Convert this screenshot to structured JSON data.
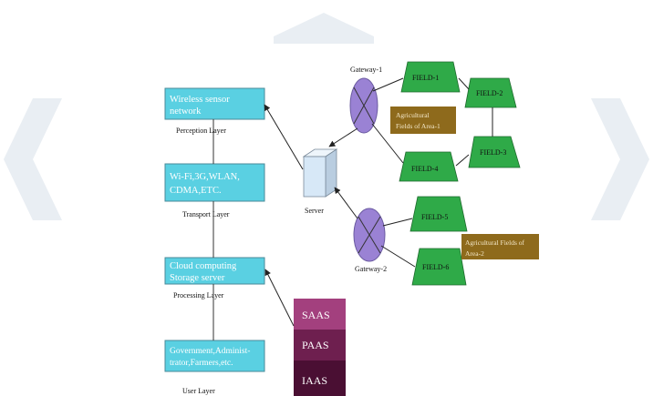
{
  "layers": [
    {
      "id": "perception",
      "box_lines": [
        "Wireless sensor",
        "network"
      ],
      "label": "Perception Layer"
    },
    {
      "id": "transport",
      "box_lines": [
        "Wi-Fi,3G,WLAN,",
        "CDMA,ETC."
      ],
      "label": "Transport Layer"
    },
    {
      "id": "processing",
      "box_lines": [
        "Cloud computing",
        "Storage server"
      ],
      "label": "Processing Layer"
    },
    {
      "id": "user",
      "box_lines": [
        "Government,Administ-",
        "trator,Farmers,etc."
      ],
      "label": "User Layer"
    }
  ],
  "server": {
    "label": "Server"
  },
  "gateways": [
    {
      "id": "gw1",
      "label": "Gateway-1"
    },
    {
      "id": "gw2",
      "label": "Gateway-2"
    }
  ],
  "fields": [
    {
      "id": "f1",
      "label": "FIELD-1"
    },
    {
      "id": "f2",
      "label": "FIELD-2"
    },
    {
      "id": "f3",
      "label": "FIELD-3"
    },
    {
      "id": "f4",
      "label": "FIELD-4"
    },
    {
      "id": "f5",
      "label": "FIELD-5"
    },
    {
      "id": "f6",
      "label": "FIELD-6"
    }
  ],
  "areas": [
    {
      "id": "area1",
      "lines": [
        "Agricultural",
        "Fields of Area-1"
      ]
    },
    {
      "id": "area2",
      "lines": [
        "Agricultural Fields of",
        "Area-2"
      ]
    }
  ],
  "cloud_stack": [
    {
      "id": "saas",
      "label": "SAAS",
      "color": "#a3407e"
    },
    {
      "id": "paas",
      "label": "PAAS",
      "color": "#6e1f4f"
    },
    {
      "id": "iaas",
      "label": "IAAS",
      "color": "#4a0f33"
    }
  ],
  "colors": {
    "layer_box": "#5ad0e2",
    "field": "#2faa48",
    "gateway": "#9a82d4",
    "area": "#8e6a1c",
    "server": "#d7e8f7",
    "chevron": "#e9eef3"
  }
}
